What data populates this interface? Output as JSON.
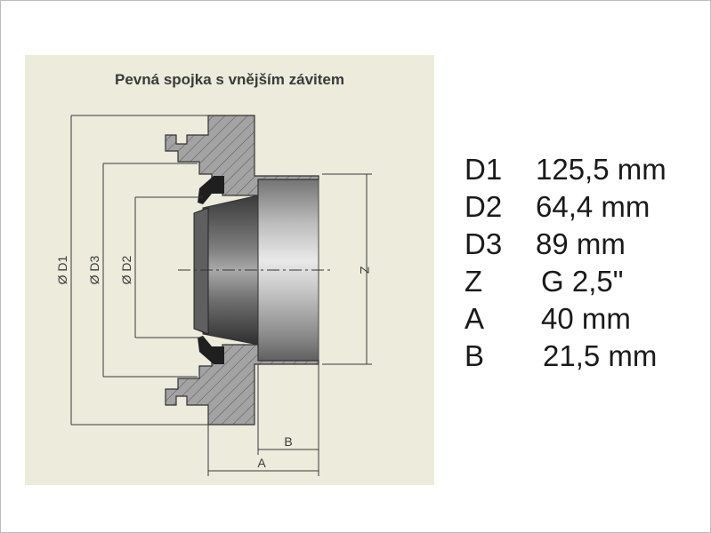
{
  "drawing": {
    "title": "Pevná spojka s vnějším závitem",
    "dimension_labels": {
      "d1": "Ø D1",
      "d3": "Ø D3",
      "d2": "Ø D2",
      "z": "Z",
      "a": "A",
      "b": "B"
    }
  },
  "specs": [
    {
      "key": "D1",
      "value": "125,5 mm"
    },
    {
      "key": "D2",
      "value": "64,4 mm"
    },
    {
      "key": "D3",
      "value": "89 mm"
    },
    {
      "key": "Z",
      "value": "G 2,5\""
    },
    {
      "key": "A",
      "value": "40 mm"
    },
    {
      "key": "B",
      "value": "21,5 mm"
    }
  ],
  "colors": {
    "panel_background": "#ecebdc",
    "section_fill": "#9d9d9d",
    "seal": "#1f1f1f",
    "line": "#3a3a3a"
  }
}
